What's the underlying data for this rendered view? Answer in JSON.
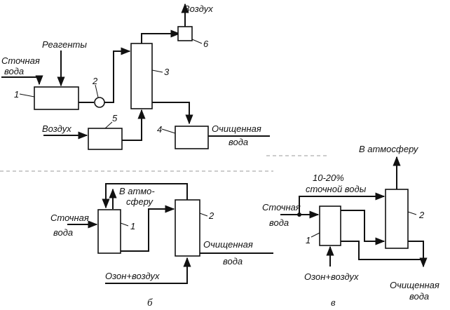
{
  "diagram_a": {
    "labels": {
      "air_out": "Воздух",
      "reagents": "Реагенты",
      "wastewater_line1": "Сточная",
      "wastewater_line2": "вода",
      "air_in": "Воздух",
      "treated_line1": "Очищенная",
      "treated_line2": "вода"
    },
    "numbers": {
      "n1": "1",
      "n2": "2",
      "n3": "3",
      "n4": "4",
      "n5": "5",
      "n6": "6"
    }
  },
  "diagram_b": {
    "labels": {
      "atm_line1": "В атмо-",
      "atm_line2": "сферу",
      "wastewater_line1": "Сточная",
      "wastewater_line2": "вода",
      "treated_line1": "Очищенная",
      "treated_line2": "вода",
      "ozone_air": "Озон+воздух"
    },
    "numbers": {
      "n1": "1",
      "n2": "2"
    },
    "caption": "б"
  },
  "diagram_c": {
    "labels": {
      "atmosphere": "В атмосферу",
      "pct": "10-20%",
      "pct_sub": "сточной воды",
      "wastewater_line1": "Сточная",
      "wastewater_line2": "вода",
      "ozone_air": "Озон+воздух",
      "treated_line1": "Очищенная",
      "treated_line2": "вода"
    },
    "numbers": {
      "n1": "1",
      "n2": "2"
    },
    "caption": "в"
  }
}
